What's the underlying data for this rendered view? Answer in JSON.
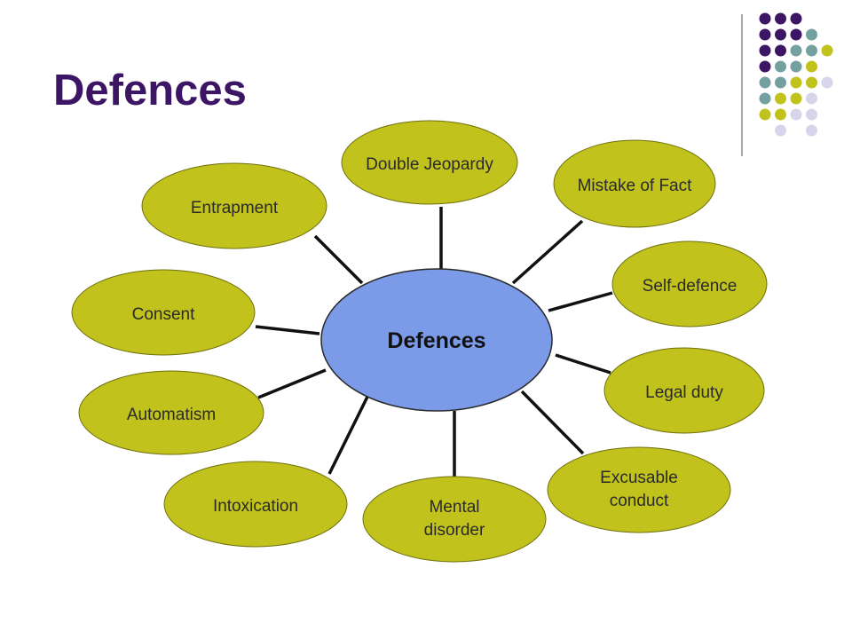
{
  "slide": {
    "title": "Defences"
  },
  "colors": {
    "title": "#3d1565",
    "center_fill": "#7b9be8",
    "node_fill": "#c1c21c",
    "connector": "#111111",
    "dot_purple": "#3d1565",
    "dot_teal": "#74a0a0",
    "dot_olive": "#c1c21c",
    "dot_lavender": "#d6d5ec"
  },
  "diagram": {
    "center": "Defences",
    "nodes": [
      {
        "id": "double-jeopardy",
        "lines": [
          "Double Jeopardy"
        ]
      },
      {
        "id": "mistake-of-fact",
        "lines": [
          "Mistake of Fact"
        ]
      },
      {
        "id": "self-defence",
        "lines": [
          "Self-defence"
        ]
      },
      {
        "id": "legal-duty",
        "lines": [
          "Legal duty"
        ]
      },
      {
        "id": "excusable-conduct",
        "lines": [
          "Excusable",
          "conduct"
        ]
      },
      {
        "id": "mental-disorder",
        "lines": [
          "Mental",
          "disorder"
        ]
      },
      {
        "id": "intoxication",
        "lines": [
          "Intoxication"
        ]
      },
      {
        "id": "automatism",
        "lines": [
          "Automatism"
        ]
      },
      {
        "id": "consent",
        "lines": [
          "Consent"
        ]
      },
      {
        "id": "entrapment",
        "lines": [
          "Entrapment"
        ]
      }
    ]
  },
  "decoration": {
    "dot_rows": [
      [
        "purple",
        "purple",
        "purple",
        null
      ],
      [
        "purple",
        "purple",
        "purple",
        "teal"
      ],
      [
        "purple",
        "purple",
        "teal",
        "teal",
        "olive"
      ],
      [
        "purple",
        "teal",
        "teal",
        "olive",
        null
      ],
      [
        "teal",
        "teal",
        "olive",
        "olive",
        "lavender"
      ],
      [
        "teal",
        "olive",
        "olive",
        "lavender",
        null
      ],
      [
        "olive",
        "olive",
        "lavender",
        "lavender",
        null
      ],
      [
        null,
        "lavender",
        null,
        "lavender",
        null
      ]
    ]
  }
}
